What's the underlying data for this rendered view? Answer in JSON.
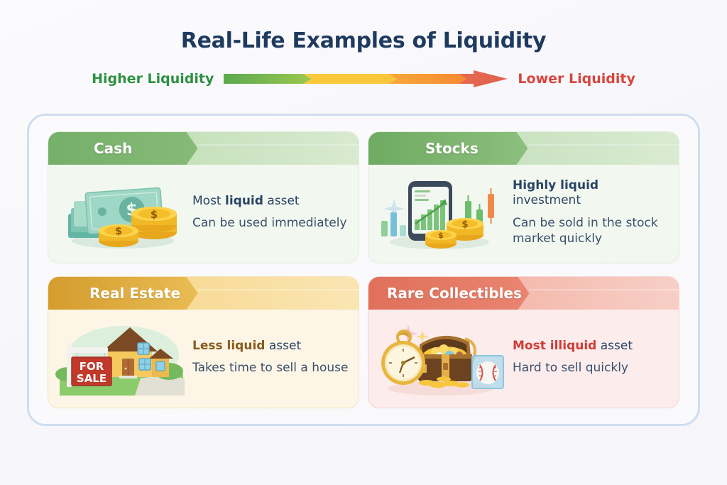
{
  "page": {
    "title": "Real-Life Examples of Liquidity",
    "background_color": "#f7f7fb",
    "title_color": "#1f3a5f"
  },
  "scale": {
    "higher_label": "Higher Liquidity",
    "lower_label": "Lower Liquidity",
    "higher_color": "#2e9142",
    "lower_color": "#d9453d",
    "arrow_colors": [
      "#5aa94f",
      "#8cc152",
      "#fbc93d",
      "#f79234",
      "#e0614f"
    ],
    "direction": "left-to-right"
  },
  "cards": [
    {
      "id": "cash",
      "title": "Cash",
      "header_color": "#79b36c",
      "body_color": "#f2f8f0",
      "line1_prefix": "Most ",
      "line1_bold": "liquid",
      "line1_suffix": " asset",
      "line2": "Can be used immediately",
      "art": "cash-banknotes-and-coins-illustration"
    },
    {
      "id": "stocks",
      "title": "Stocks",
      "header_color": "#79b36c",
      "body_color": "#f2f8f0",
      "line1_prefix": "",
      "line1_bold": "Highly liquid",
      "line1_suffix": " investment",
      "line2": "Can be sold in the stock market quickly",
      "art": "smartphone-stock-chart-and-coins-illustration"
    },
    {
      "id": "realestate",
      "title": "Real Estate",
      "header_color": "#dfa83a",
      "body_color": "#fdf6e6",
      "line1_prefix": "",
      "line1_bold": "Less liquid",
      "line1_suffix": " asset",
      "line2": "Takes time to sell a house",
      "art": "house-with-for-sale-sign-illustration"
    },
    {
      "id": "collect",
      "title": "Rare Collectibles",
      "header_color": "#e3705c",
      "body_color": "#fcecec",
      "line1_prefix": "",
      "line1_bold": "Most illiquid",
      "line1_suffix": " asset",
      "line2": "Hard to sell quickly",
      "art": "pocket-watch-treasure-chest-baseball-illustration"
    }
  ],
  "art_labels": {
    "for_sale_line1": "FOR",
    "for_sale_line2": "SALE",
    "dollar_symbol": "$"
  }
}
